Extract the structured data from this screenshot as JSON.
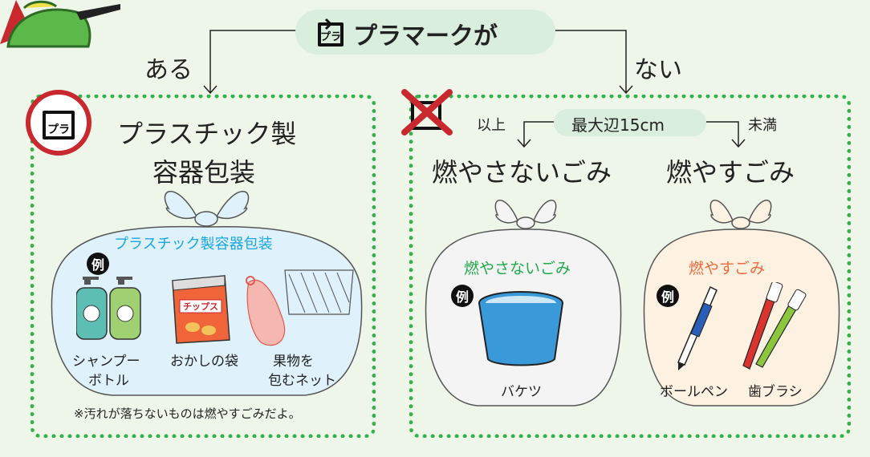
{
  "header": {
    "title": "プラマークが",
    "branch_yes": "ある",
    "branch_no": "ない"
  },
  "left": {
    "title_line1": "プラスチック製",
    "title_line2": "容器包装",
    "bag_label": "プラスチック製容器包装",
    "example_mark": "例",
    "items": [
      {
        "line1": "シャンプー",
        "line2": "ボトル"
      },
      {
        "line1": "おかしの袋",
        "line2": ""
      },
      {
        "line1": "果物を",
        "line2": "包むネット"
      }
    ],
    "chips_text": "チップス",
    "note": "※汚れが落ちないものは燃やすごみだよ。"
  },
  "right": {
    "size_label": "最大辺15cm",
    "over_label": "以上",
    "under_label": "未満",
    "noburn_title": "燃やさないごみ",
    "burn_title": "燃やすごみ",
    "noburn_bag_label": "燃やさないごみ",
    "burn_bag_label": "燃やすごみ",
    "example_mark": "例",
    "noburn_item": "バケツ",
    "burn_item1": "ボールペン",
    "burn_item2": "歯ブラシ"
  },
  "plamark_text": "プラ",
  "colors": {
    "green": "#33b24a",
    "background": "#eef6ea",
    "pill": "#daeedd",
    "left_bag": "#dff1fb",
    "blue_text": "#1ba6e0",
    "green_text": "#22a94a",
    "orange_text": "#f06b3c",
    "red_mark": "#c8282e"
  }
}
